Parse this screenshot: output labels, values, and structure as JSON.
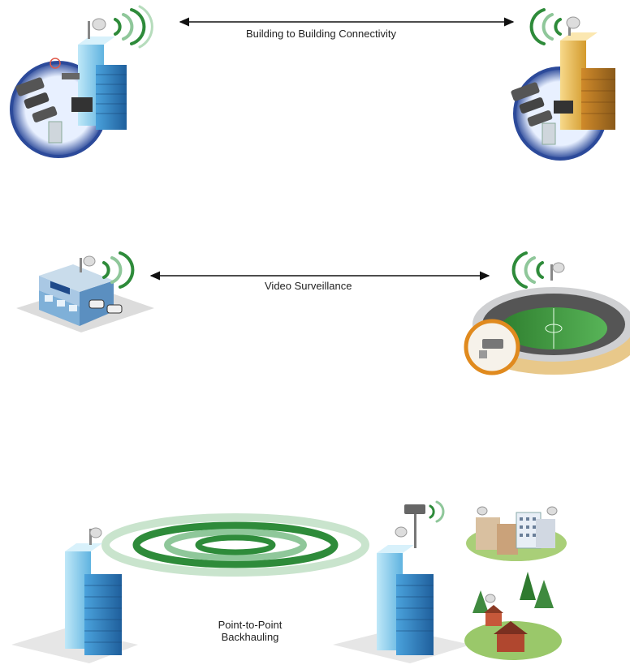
{
  "diagram": {
    "links": [
      {
        "label": "Building to Building Connectivity"
      },
      {
        "label": "Video Surveillance"
      },
      {
        "label_line1": "Point-to-Point",
        "label_line2": "Backhauling"
      }
    ],
    "nodes": [
      {
        "icon": "office-tower-with-network-icon"
      },
      {
        "icon": "gold-office-tower-with-network-icon"
      },
      {
        "icon": "police-station-icon"
      },
      {
        "icon": "stadium-with-camera-icon"
      },
      {
        "icon": "blue-tower-left-icon"
      },
      {
        "icon": "blue-tower-right-with-mast-icon"
      },
      {
        "icon": "apartment-complex-icon"
      },
      {
        "icon": "rural-homes-icon"
      }
    ],
    "colors": {
      "wave_green": "#2e8b3a",
      "wave_light": "#8fc79a",
      "tower_blue": "#3b8fd0",
      "tower_light": "#8fd0ee",
      "tower_gold": "#d9a23c",
      "stadium_field": "#3f9a3f",
      "camera_ring": "#e08a1e"
    }
  }
}
